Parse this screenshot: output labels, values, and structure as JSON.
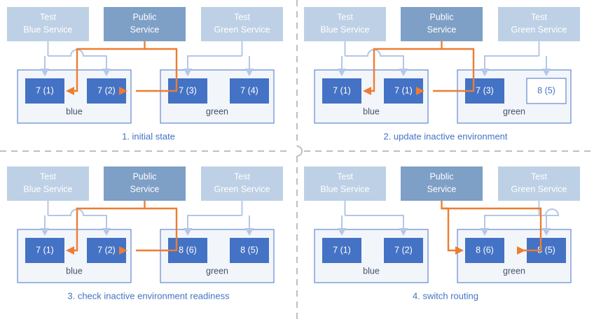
{
  "diagram": {
    "title": "blue-green deployment sequence",
    "colors": {
      "test_service_fill": "#bdd0e5",
      "public_service_fill": "#7e9fc6",
      "pod_fill": "#4472c4",
      "pod_outline_fill": "#ffffff",
      "pod_border": "#4472c4",
      "env_box_fill": "#f2f5fa",
      "env_box_border": "#4472c4",
      "connector_blue": "#b4c7e7",
      "connector_orange": "#ed7d31",
      "caption_text": "#4472c4",
      "env_label_text": "#44546a",
      "divider": "#bfbfbf"
    },
    "service_labels": {
      "test_blue_line1": "Test",
      "test_blue_line2": "Blue Service",
      "public_line1": "Public",
      "public_line2": "Service",
      "test_green_line1": "Test",
      "test_green_line2": "Green Service"
    },
    "env_names": {
      "blue": "blue",
      "green": "green"
    },
    "panels": [
      {
        "id": "panel-1",
        "caption": "1. initial state",
        "blue_pods": [
          "7 (1)",
          "7 (2)"
        ],
        "green_pods": [
          "7 (3)",
          "7 (4)"
        ],
        "blue_pod_styles": [
          "filled",
          "filled"
        ],
        "green_pod_styles": [
          "filled",
          "filled"
        ],
        "public_routes_to": "blue"
      },
      {
        "id": "panel-2",
        "caption": "2. update inactive environment",
        "blue_pods": [
          "7 (1)",
          "7 (1)"
        ],
        "green_pods": [
          "7 (3)",
          "8 (5)"
        ],
        "blue_pod_styles": [
          "filled",
          "filled"
        ],
        "green_pod_styles": [
          "filled",
          "outline"
        ],
        "public_routes_to": "blue"
      },
      {
        "id": "panel-3",
        "caption": "3. check inactive environment readiness",
        "blue_pods": [
          "7 (1)",
          "7 (2)"
        ],
        "green_pods": [
          "8 (6)",
          "8 (5)"
        ],
        "blue_pod_styles": [
          "filled",
          "filled"
        ],
        "green_pod_styles": [
          "filled",
          "filled"
        ],
        "public_routes_to": "blue"
      },
      {
        "id": "panel-4",
        "caption": "4. switch routing",
        "blue_pods": [
          "7 (1)",
          "7 (2)"
        ],
        "green_pods": [
          "8 (6)",
          "8 (5)"
        ],
        "blue_pod_styles": [
          "filled",
          "filled"
        ],
        "green_pod_styles": [
          "filled",
          "filled"
        ],
        "public_routes_to": "green"
      }
    ]
  }
}
